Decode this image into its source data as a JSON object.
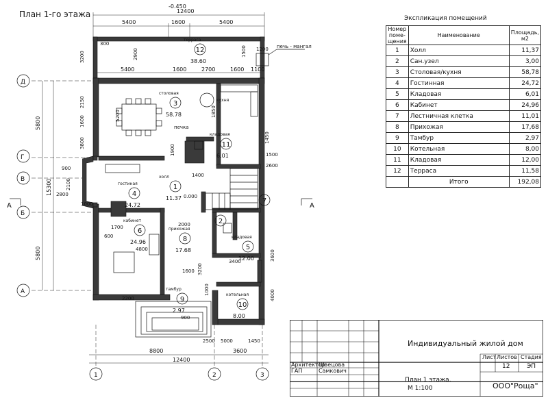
{
  "drawing": {
    "title": "План 1-го этажа",
    "level_mark": "-0.450",
    "floor_mark": "0.000",
    "section_mark": "А"
  },
  "axes": {
    "letters": [
      "Д",
      "Г",
      "В",
      "Б",
      "А"
    ],
    "numbers": [
      "1",
      "2",
      "3"
    ]
  },
  "dimensions": {
    "top_total": "12400",
    "top": [
      "5400",
      "1600",
      "5400"
    ],
    "terrace": [
      "5400",
      "1600",
      "2700",
      "1600",
      "1100"
    ],
    "bottom": [
      "8800",
      "3600"
    ],
    "bottom_total": "12400",
    "left": [
      "5800",
      "15300",
      "5800"
    ],
    "misc": [
      "300",
      "1200",
      "1500",
      "3200",
      "2900",
      "2150",
      "1600",
      "5200",
      "1850",
      "3800",
      "1900",
      "2100",
      "2800",
      "900",
      "1000",
      "1700",
      "600",
      "4800",
      "1400",
      "2000",
      "3400",
      "1600",
      "3200",
      "1000",
      "2200",
      "2500",
      "5000",
      "1450",
      "900",
      "1450",
      "3600",
      "4000",
      "1500",
      "2600",
      "1100",
      "1200"
    ]
  },
  "rooms": [
    {
      "num": "12",
      "name": "терраса",
      "area": "38.60"
    },
    {
      "num": "3",
      "name": "столовая",
      "area": "58.78"
    },
    {
      "num": "",
      "name": "кухня",
      "area": ""
    },
    {
      "num": "11",
      "name": "кладовая",
      "area": "6.01"
    },
    {
      "num": "4",
      "name": "гостиная",
      "area": "24.72"
    },
    {
      "num": "1",
      "name": "холл",
      "area": "11.37"
    },
    {
      "num": "6",
      "name": "кабинет",
      "area": "24.96"
    },
    {
      "num": "8",
      "name": "прихожая",
      "area": "17.68"
    },
    {
      "num": "5",
      "name": "кладовая",
      "area": "12.00"
    },
    {
      "num": "2",
      "name": "",
      "area": ""
    },
    {
      "num": "7",
      "name": "",
      "area": ""
    },
    {
      "num": "9",
      "name": "тамбур",
      "area": "2.97"
    },
    {
      "num": "10",
      "name": "котельная",
      "area": "8.00"
    }
  ],
  "labels": {
    "stove": "печка",
    "stove_fireplace": "печь - мангал"
  },
  "explication": {
    "caption": "Экспликация помещений",
    "headers": [
      "Номер поме-щения",
      "Наименование",
      "Площадь, м2"
    ],
    "rows": [
      [
        "1",
        "Холл",
        "11,37"
      ],
      [
        "2",
        "Сан.узел",
        "3,00"
      ],
      [
        "3",
        "Столовая/кухня",
        "58,78"
      ],
      [
        "4",
        "Гостинная",
        "24,72"
      ],
      [
        "5",
        "Кладовая",
        "6,01"
      ],
      [
        "6",
        "Кабинет",
        "24,96"
      ],
      [
        "7",
        "Лестничная клетка",
        "11,01"
      ],
      [
        "8",
        "Прихожая",
        "17,68"
      ],
      [
        "9",
        "Тамбур",
        "2,97"
      ],
      [
        "10",
        "Котельная",
        "8,00"
      ],
      [
        "11",
        "Кладовая",
        "12,00"
      ],
      [
        "12",
        "Терраса",
        "11,58"
      ]
    ],
    "total_label": "Итого",
    "total_value": "192,08"
  },
  "stamp": {
    "project": "Индивидуальный жилой дом",
    "sheet_headers": [
      "Лист",
      "Листов",
      "Стадия"
    ],
    "sheet_values": [
      "",
      "12",
      "ЭП"
    ],
    "role1": "Архитектор",
    "person1": "Швецова",
    "role2": "ГАП",
    "person2": "Самкович",
    "sheet_title": "План 1 этажа.",
    "scale": "М 1:100",
    "company": "ООО\"Роща\""
  }
}
